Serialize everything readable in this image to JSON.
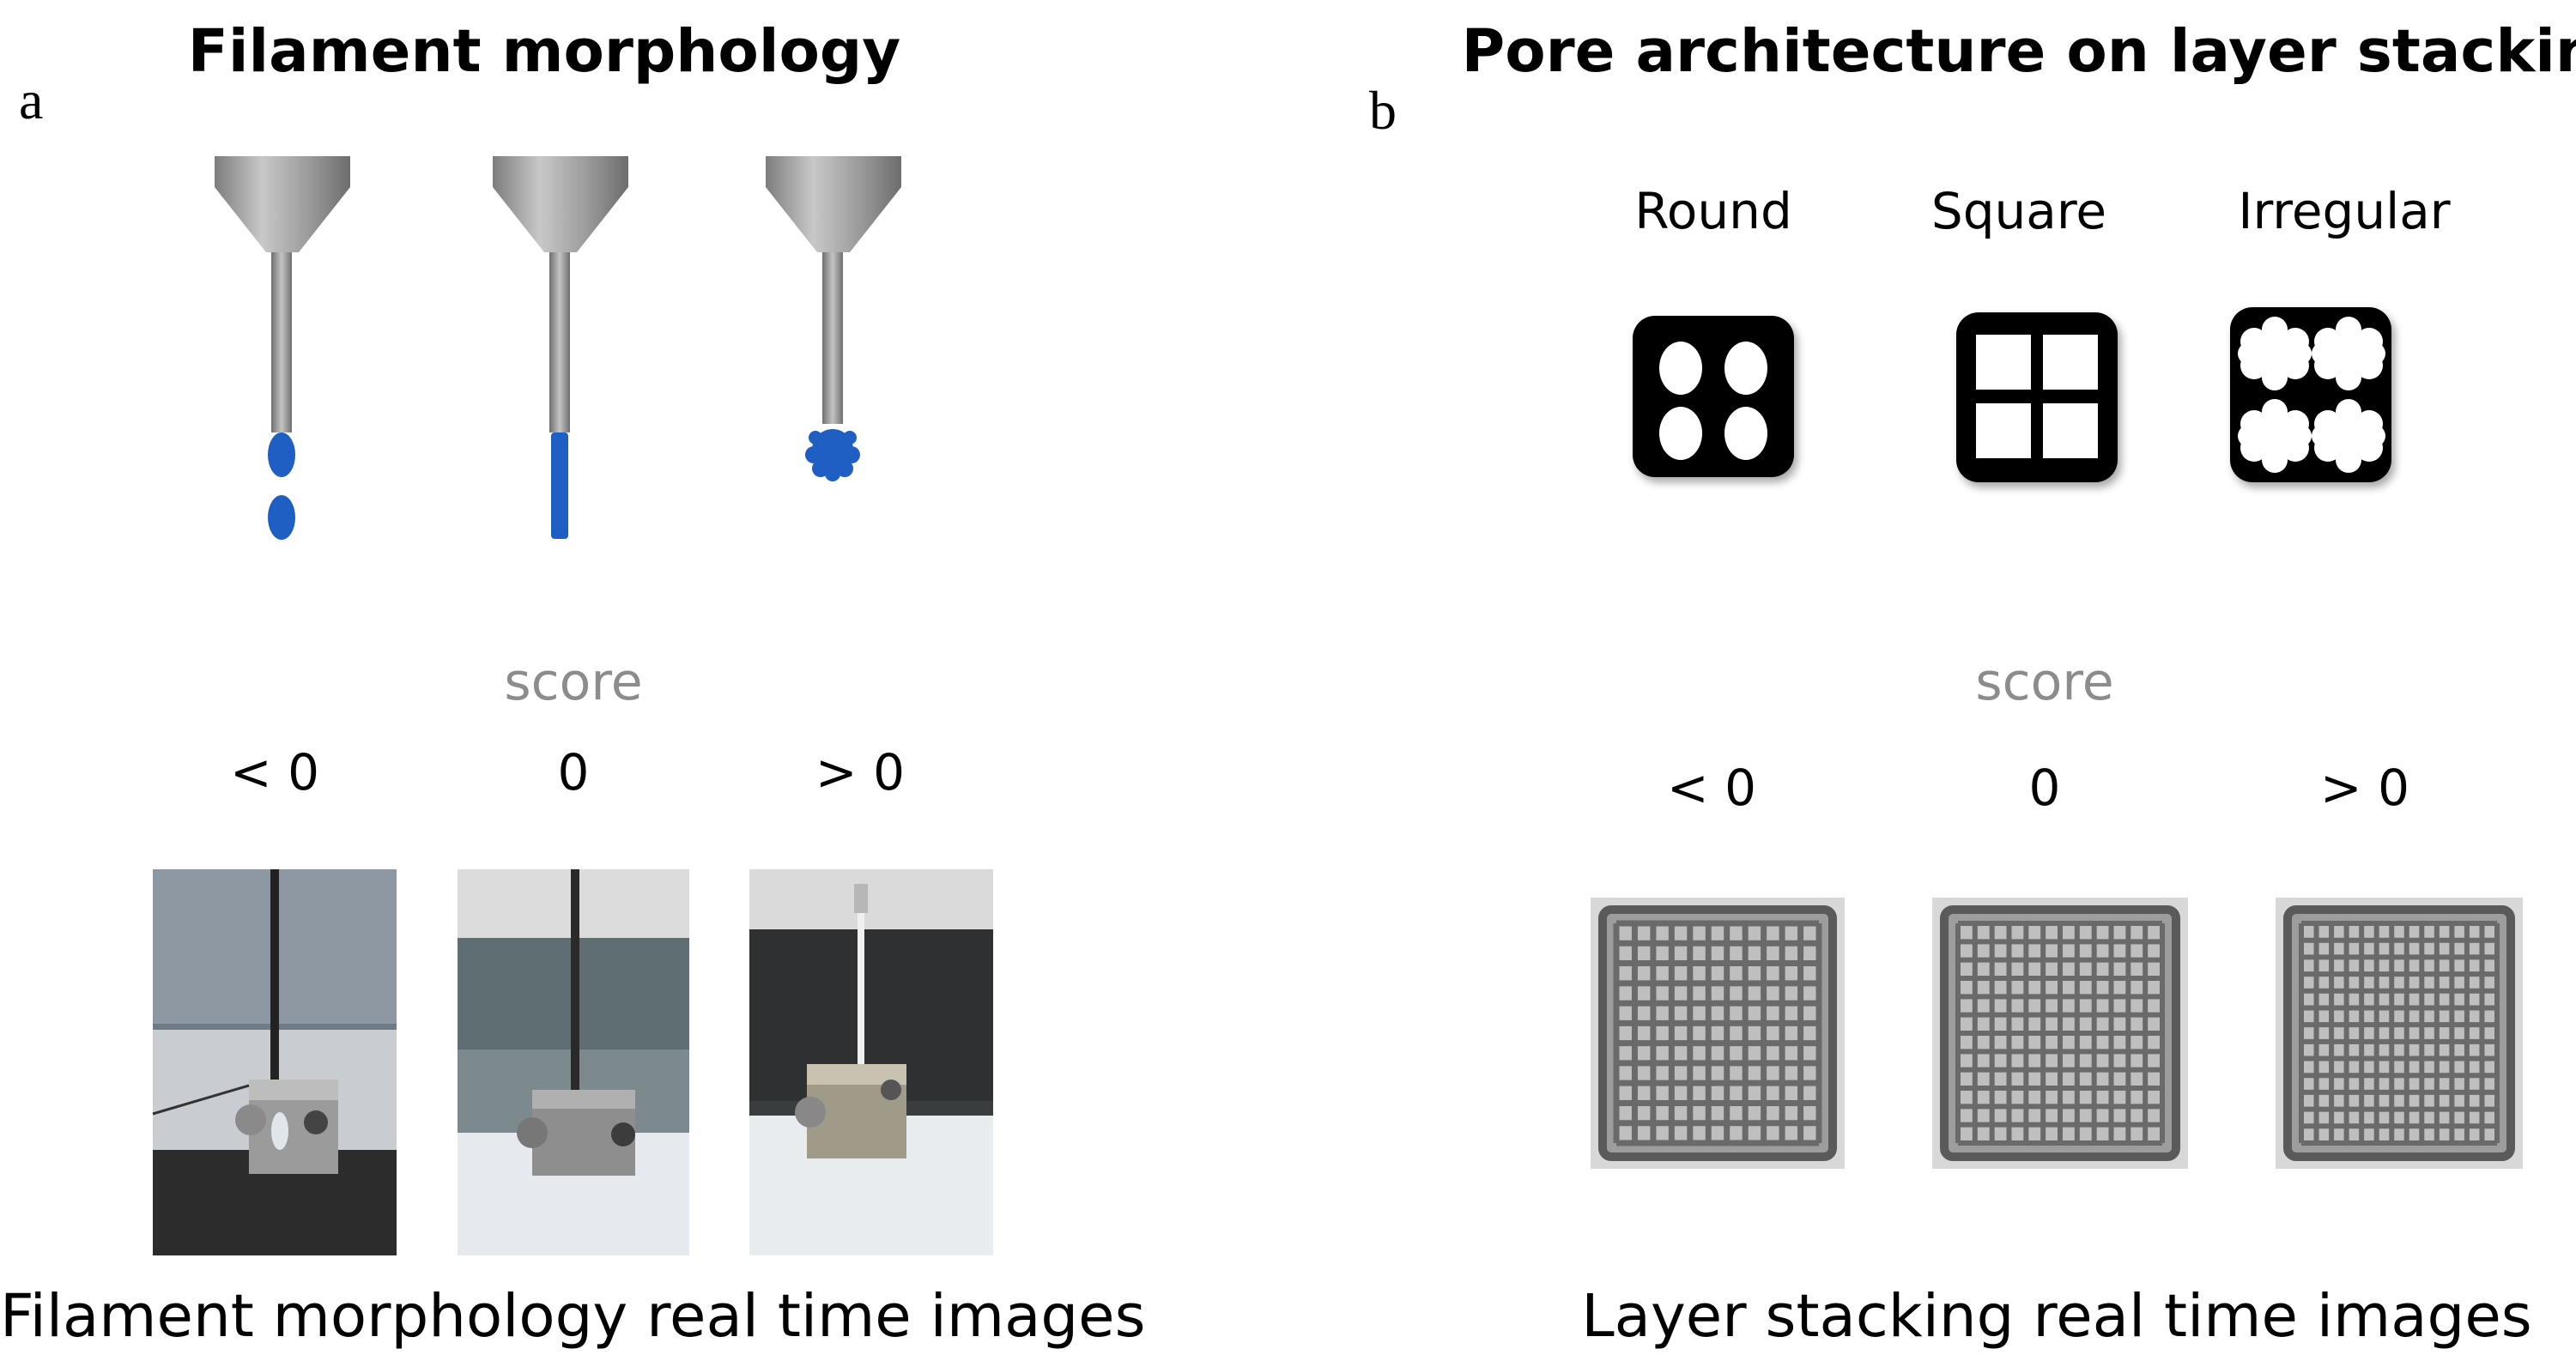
{
  "panel_a": {
    "letter": "a",
    "title": "Filament morphology",
    "score_label": "score",
    "score_ticks": [
      "< 0",
      "0",
      "> 0"
    ],
    "caption": "Filament morphology real time images",
    "colors": {
      "filament": "#1f5fc4",
      "nozzle": "#9a9a9a"
    }
  },
  "panel_b": {
    "letter": "b",
    "title": "Pore architecture on layer stacking",
    "shape_labels": [
      "Round",
      "Square",
      "Irregular"
    ],
    "score_label": "score",
    "score_ticks": [
      "< 0",
      "0",
      "> 0"
    ],
    "caption": "Layer stacking real time images",
    "colors": {
      "tile": "#000000",
      "pore": "#ffffff",
      "score_label": "#8c8c8c"
    }
  }
}
